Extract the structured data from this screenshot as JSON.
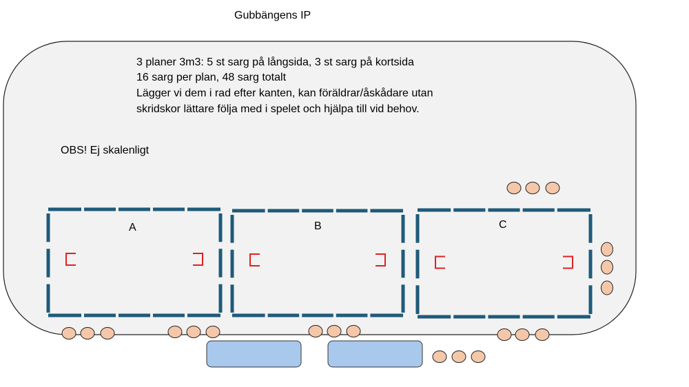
{
  "title": "Gubbängens IP",
  "notes": [
    "3 planer 3m3:  5 st sarg på långsida, 3 st sarg på kortsida",
    "16 sarg per plan, 48 sarg totalt",
    "Lägger vi dem i rad efter kanten, kan föräldrar/åskådare utan",
    "skridskor lättare följa med i spelet och hjälpa till vid behov."
  ],
  "disclaimer": "OBS! Ej skalenligt",
  "rinks": [
    {
      "label": "A",
      "long_side_boards": 5,
      "short_side_boards": 3
    },
    {
      "label": "B",
      "long_side_boards": 5,
      "short_side_boards": 3
    },
    {
      "label": "C",
      "long_side_boards": 5,
      "short_side_boards": 3
    }
  ],
  "colors": {
    "board": "#1f5a7a",
    "goal": "#e02020",
    "ice": "#f2f2f2",
    "person": "#f5c7a9",
    "bench": "#a9c9ec"
  }
}
